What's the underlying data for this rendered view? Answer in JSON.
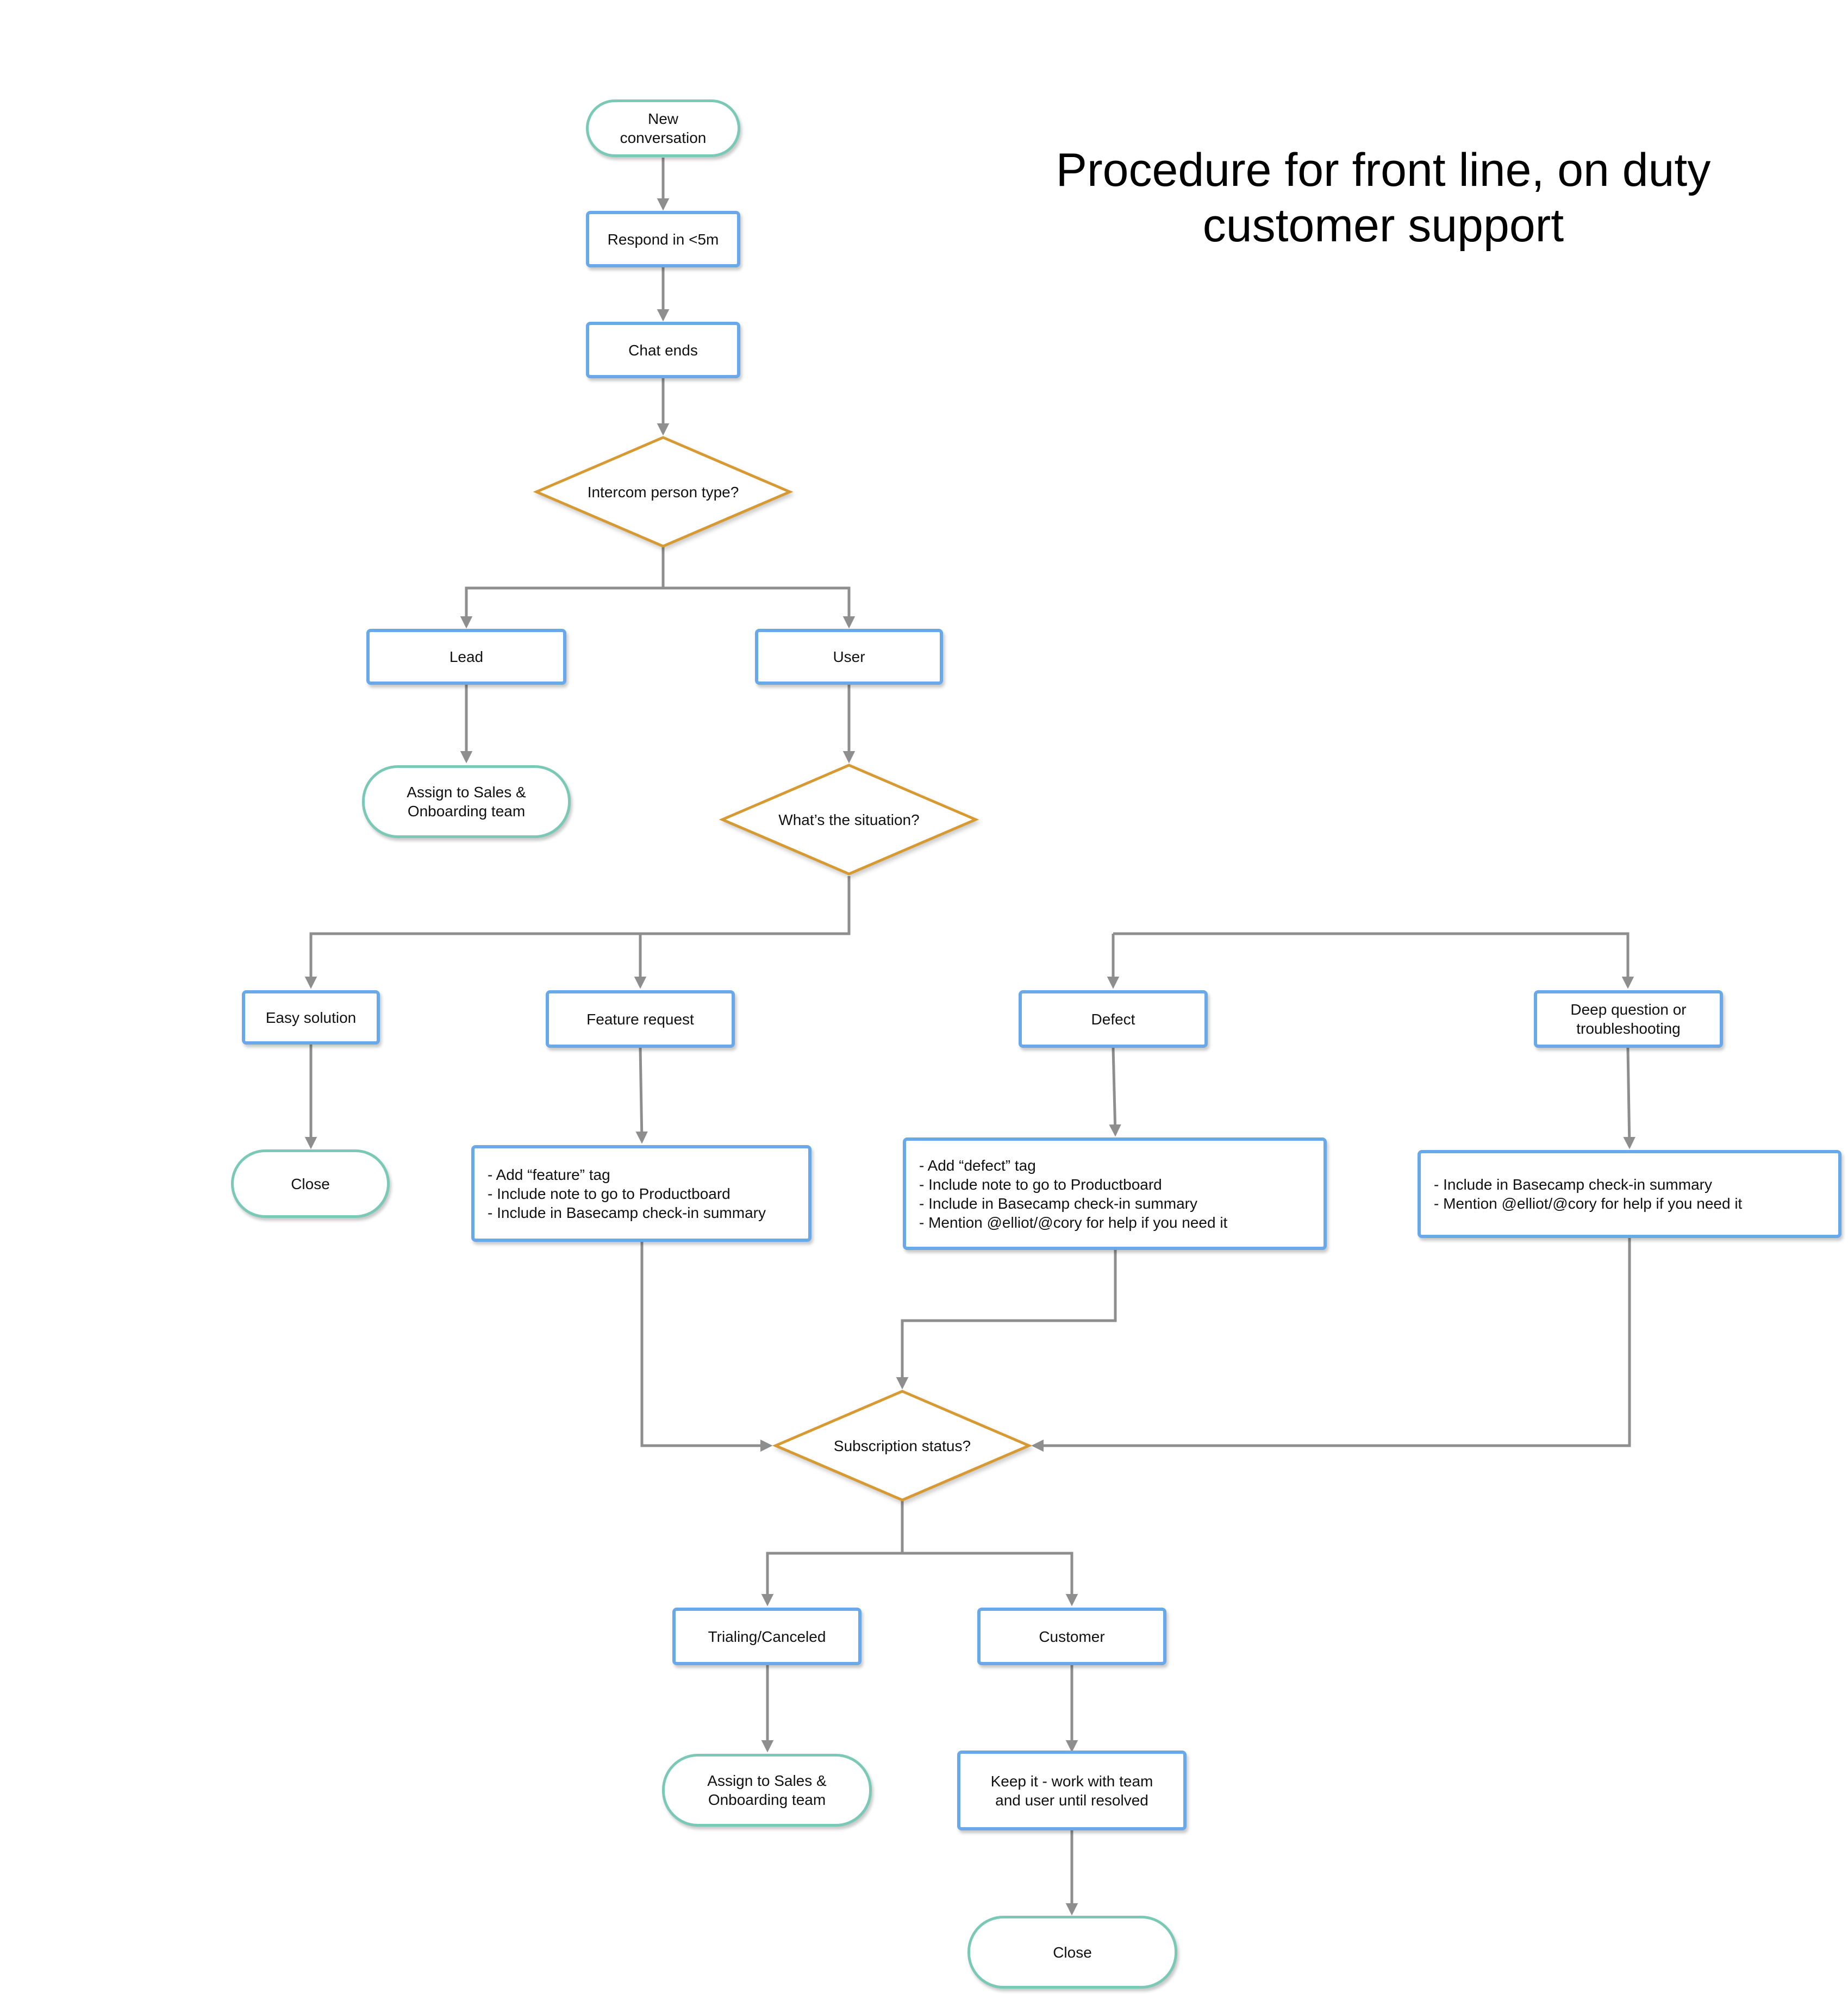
{
  "title": "Procedure for front line, on duty\ncustomer support",
  "colors": {
    "process_border": "#6aa9e9",
    "terminal_border": "#79c9b6",
    "decision_border": "#d79a32",
    "connector": "#8e8e8e"
  },
  "nodes": {
    "new_conversation": "New\nconversation",
    "respond": "Respond in <5m",
    "chat_ends": "Chat ends",
    "person_type": "Intercom person type?",
    "lead": "Lead",
    "user": "User",
    "assign_sales_lead": "Assign to Sales &\nOnboarding team",
    "situation": "What’s the situation?",
    "easy_solution": "Easy solution",
    "feature_request": "Feature request",
    "defect": "Defect",
    "deep_question": "Deep question or\ntroubleshooting",
    "close_easy": "Close",
    "subscription_status": "Subscription status?",
    "trialing_canceled": "Trialing/Canceled",
    "customer": "Customer",
    "assign_sales_trial": "Assign to Sales &\nOnboarding team",
    "keep_it": "Keep it - work with team\nand user until resolved",
    "close_final": "Close"
  },
  "notes": {
    "feature": [
      "- Add “feature” tag",
      "- Include note to go to Productboard",
      "- Include in Basecamp check-in summary"
    ],
    "defect": [
      "- Add “defect” tag",
      "- Include note to go to Productboard",
      "- Include in Basecamp check-in summary",
      "- Mention @elliot/@cory for help if you need it"
    ],
    "deep": [
      "- Include in Basecamp check-in summary",
      "- Mention @elliot/@cory for help if you need it"
    ]
  }
}
